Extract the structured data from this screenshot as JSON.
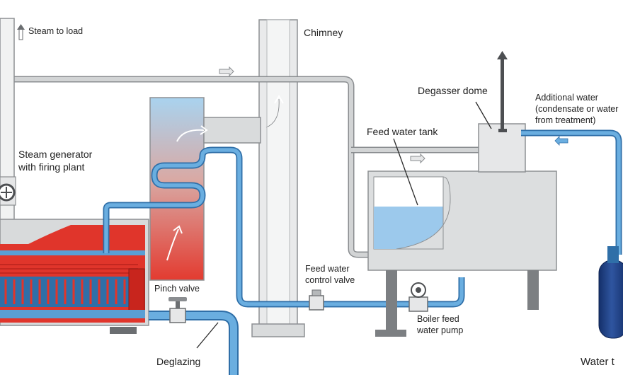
{
  "labels": {
    "steam_to_load": "Steam to load",
    "chimney": "Chimney",
    "degasser_dome": "Degasser dome",
    "additional_water_1": "Additional water",
    "additional_water_2": "(condensate or water",
    "additional_water_3": "from treatment)",
    "feed_water_tank": "Feed water tank",
    "steam_generator_1": "Steam generator",
    "steam_generator_2": "with firing plant",
    "pinch_valve": "Pinch valve",
    "feed_water_control_valve_1": "Feed water",
    "feed_water_control_valve_2": "control valve",
    "boiler_feed_pump_1": "Boiler feed",
    "boiler_feed_pump_2": "water pump",
    "deglazing": "Deglazing",
    "water_treatment": "Water t"
  },
  "colors": {
    "pipe_grey": "#c9cbcc",
    "pipe_outline": "#8a8d90",
    "water_blue": "#5a9fd4",
    "water_blue_dark": "#2f6fa8",
    "fire_red": "#e0352b",
    "tank_water": "#9cc9ec",
    "equipment_grey": "#dcdedf",
    "cylinder_navy": "#1d3e7a"
  }
}
